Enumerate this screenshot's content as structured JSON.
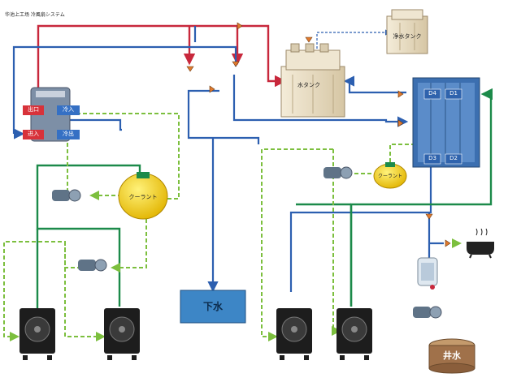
{
  "diagram": {
    "title": "华池上工场 冷風扇システム",
    "labels": {
      "water_tank": "水タンク",
      "clean_water_tank": "净水タンク",
      "coolant": "クーラント",
      "sewer": "下水",
      "well_water": "井水",
      "chiller_out_top": "出口",
      "chiller_in_top": "冷入",
      "chiller_in_bottom": "进入",
      "chiller_out_bottom": "冷出",
      "hx_d4": "D4",
      "hx_d1": "D1",
      "hx_d3": "D3",
      "hx_d2": "D2"
    },
    "colors": {
      "hot_line": "#c8283c",
      "cold_line": "#2c5fb0",
      "supply_line": "#1c8a4a",
      "dashed_line": "#7cbf3e",
      "tank": "#e8dcc4",
      "coolant_tank": "#f5d020",
      "sewer_box": "#3d86c6",
      "hx": "#3c6fb0",
      "well": "#a0714a"
    },
    "icons": [
      "valve-icon",
      "pump-icon",
      "fan-unit-icon",
      "filter-icon",
      "bathtub-icon"
    ]
  }
}
